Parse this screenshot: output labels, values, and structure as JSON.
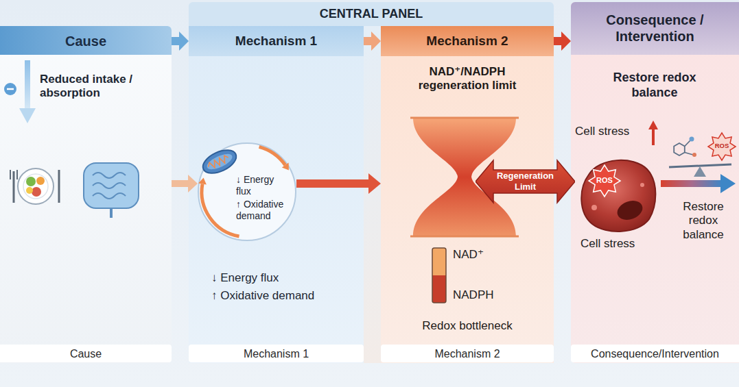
{
  "diagram": {
    "nodes": [
      {
        "text": [
          "Cause",
          "Reduced intake / absorption",
          "Cause"
        ]
      },
      {
        "text": [
          "CENTRAL PANEL"
        ]
      },
      {
        "text": [
          "Mechanism 1",
          "↓ Energy flux",
          "↑ Oxidative demand",
          "Mechanism 1"
        ],
        "in": 1
      },
      {
        "text": [
          "↓ Energy flux",
          "↑ Oxidative demand"
        ],
        "in": 2
      },
      {
        "text": [
          "Mechanism 2",
          "NAD⁺/NADPH regeneration limit",
          "Redox bottleneck",
          "Mechanism 2"
        ],
        "in": 1
      },
      {
        "text": [
          "Regeneration Limit"
        ]
      },
      {
        "text": [
          "Consequence / Intervention",
          "Restore redox balance",
          "Consequence/Intervention"
        ]
      },
      {
        "text": [
          "ROS"
        ],
        "in": 6
      }
    ],
    "edges": [
      {
        "from": 0,
        "to": 2,
        "arrow": "to"
      },
      {
        "from": 2,
        "to": 4,
        "arrow": "to"
      },
      {
        "from": 4,
        "to": 6,
        "arrow": "to"
      },
      {
        "from": 0,
        "to": 3,
        "arrow": "to"
      },
      {
        "from": 3,
        "to": 4,
        "arrow": "to"
      }
    ],
    "labels": [
      "NAD⁺",
      "NADPH",
      "Cell stress",
      "ROS",
      "Restore redox balance",
      "Cell stress"
    ]
  }
}
